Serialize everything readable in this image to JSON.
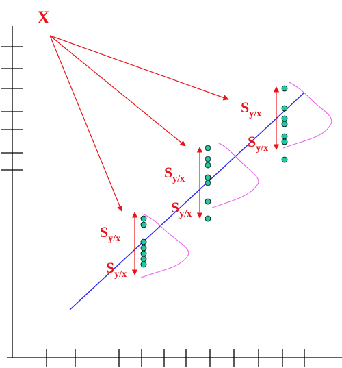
{
  "labels": {
    "x": "X",
    "s_main": "S",
    "s_sub": "y/x"
  },
  "colors": {
    "axis": "#000000",
    "regression": "#2e2ee6",
    "arrow": "#e8141a",
    "text": "#e8141a",
    "point_fill": "#21c7a0",
    "point_stroke": "#000000",
    "distribution": "#ee55ee"
  }
}
